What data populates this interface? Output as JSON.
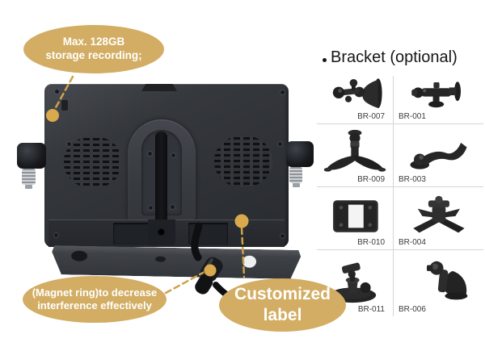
{
  "callouts": {
    "storage": {
      "line1": "Max. 128GB",
      "line2": "storage recording;"
    },
    "magnet_ring": {
      "line1": "(Magnet ring)to decrease",
      "line2": "interference effectively"
    },
    "customized_label": {
      "text": "Customized label"
    }
  },
  "bracket_panel": {
    "bullet": "•",
    "title": "Bracket (optional)",
    "items": [
      {
        "label": "BR-007",
        "icon": "cone-wall-bracket-icon"
      },
      {
        "label": "BR-001",
        "icon": "rail-swivel-bracket-icon"
      },
      {
        "label": "BR-009",
        "icon": "arch-stand-bracket-icon"
      },
      {
        "label": "BR-003",
        "icon": "curved-arm-bracket-icon"
      },
      {
        "label": "BR-010",
        "icon": "vesa-plate-bracket-icon"
      },
      {
        "label": "BR-004",
        "icon": "claw-base-bracket-icon"
      },
      {
        "label": "BR-011",
        "icon": "round-base-bracket-icon"
      },
      {
        "label": "BR-006",
        "icon": "suction-cup-bracket-icon"
      }
    ]
  },
  "colors": {
    "accent_gold": "#d2ad63",
    "connector_gold": "#cfa24a",
    "bubble_text": "#ffffff",
    "title_text": "#161616",
    "label_text": "#3b3b3b",
    "divider": "#d4d5d7"
  }
}
